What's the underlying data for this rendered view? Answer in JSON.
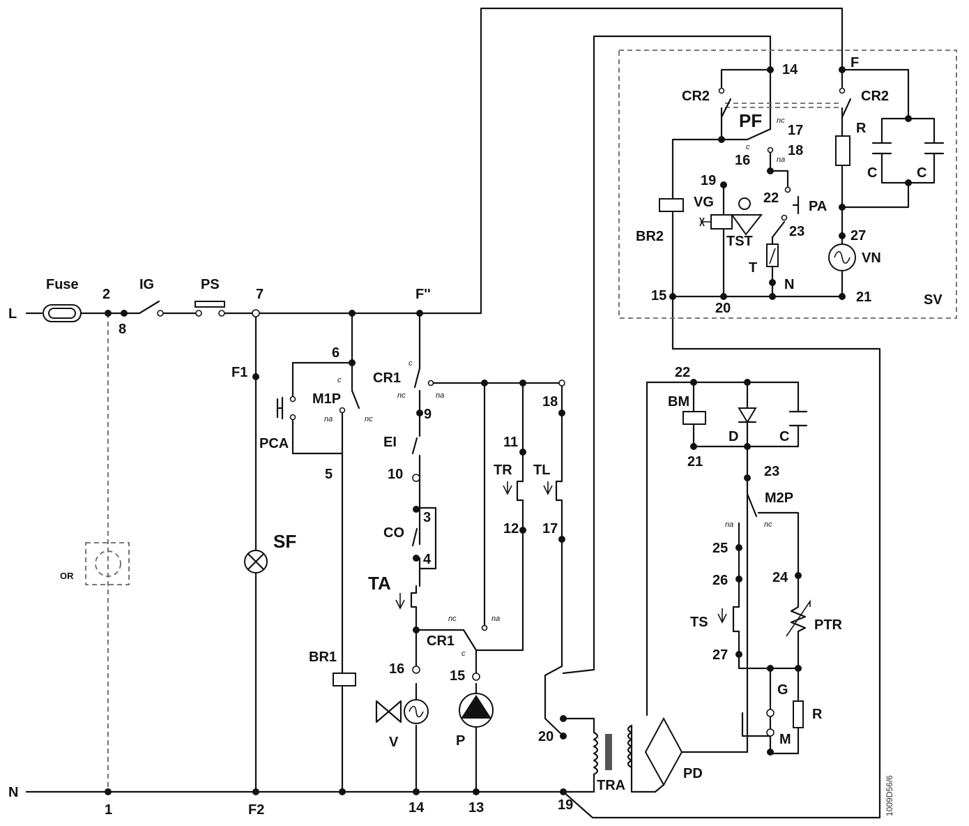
{
  "lines": {
    "live": "L",
    "neutral": "N"
  },
  "components": {
    "fuse": "Fuse",
    "ig": "IG",
    "ps": "PS",
    "sf": "SF",
    "or": "OR",
    "pca": "PCA",
    "m1p": "M1P",
    "br1": "BR1",
    "cr1_top": "CR1",
    "cr1_bottom": "CR1",
    "ei": "EI",
    "co": "CO",
    "ta": "TA",
    "tr": "TR",
    "tl": "TL",
    "valve": "V",
    "pump": "P",
    "tra": "TRA",
    "pd": "PD",
    "bm": "BM",
    "d": "D",
    "c": "C",
    "m2p": "M2P",
    "ts": "TS",
    "ptr": "PTR",
    "g": "G",
    "r": "R",
    "m": "M",
    "cr2_left": "CR2",
    "cr2_right": "CR2",
    "pf": "PF",
    "vg": "VG",
    "br2": "BR2",
    "tst": "TST",
    "pa": "PA",
    "t": "T",
    "vn": "VN",
    "sv": "SV",
    "sv_r": "R",
    "sv_c1": "C",
    "sv_c2": "C",
    "sv_n": "N",
    "sv_f": "F"
  },
  "nodes": {
    "n2": "2",
    "n8": "8",
    "n7": "7",
    "nf1": "F1",
    "nf2": "F2",
    "nfpp": "F''",
    "n1": "1",
    "n6": "6",
    "n5": "5",
    "n9": "9",
    "n10": "10",
    "n3": "3",
    "n4": "4",
    "n16": "16",
    "n15": "15",
    "n14": "14",
    "n13": "13",
    "n11": "11",
    "n12": "12",
    "n18": "18",
    "n17": "17",
    "n20": "20",
    "n19": "19",
    "r22": "22",
    "r21": "21",
    "r23": "23",
    "r25": "25",
    "r26": "26",
    "r24": "24",
    "r27": "27",
    "s14": "14",
    "s17": "17",
    "s16": "16",
    "s18": "18",
    "s19": "19",
    "s22": "22",
    "s23": "23",
    "s27": "27",
    "s15": "15",
    "s20": "20",
    "s21": "21"
  },
  "contact_tags": {
    "c": "c",
    "nc": "nc",
    "na": "na"
  },
  "drawing_code": "1009D56/6"
}
